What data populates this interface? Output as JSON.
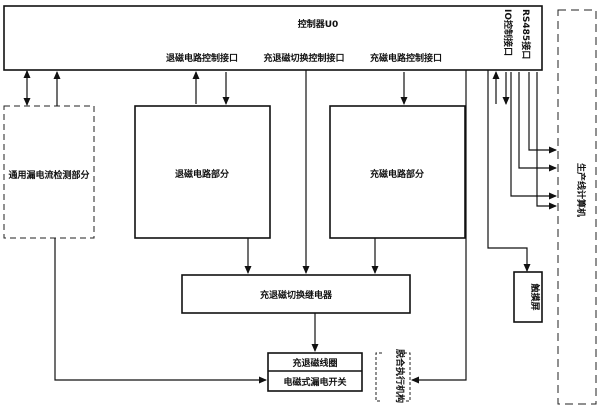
{
  "controller": {
    "label": "控制器U0"
  },
  "ports": {
    "demag_ctrl": "退磁电路控制接口",
    "switch_ctrl": "充退磁切换控制接口",
    "charge_ctrl": "充磁电路控制接口",
    "io_ctrl": "IO控制接口",
    "rs485": "RS485接口"
  },
  "blocks": {
    "leak_detect": "通用漏电流检测部分",
    "demag_circuit": "退磁电路部分",
    "charge_circuit": "充磁电路部分",
    "relay": "充退磁切换继电器",
    "coil": "充退磁线圈",
    "switch": "电磁式漏电开关",
    "actuator": "脱合执行机构",
    "touchscreen": "触摸屏",
    "computer": "生产线计算机"
  }
}
